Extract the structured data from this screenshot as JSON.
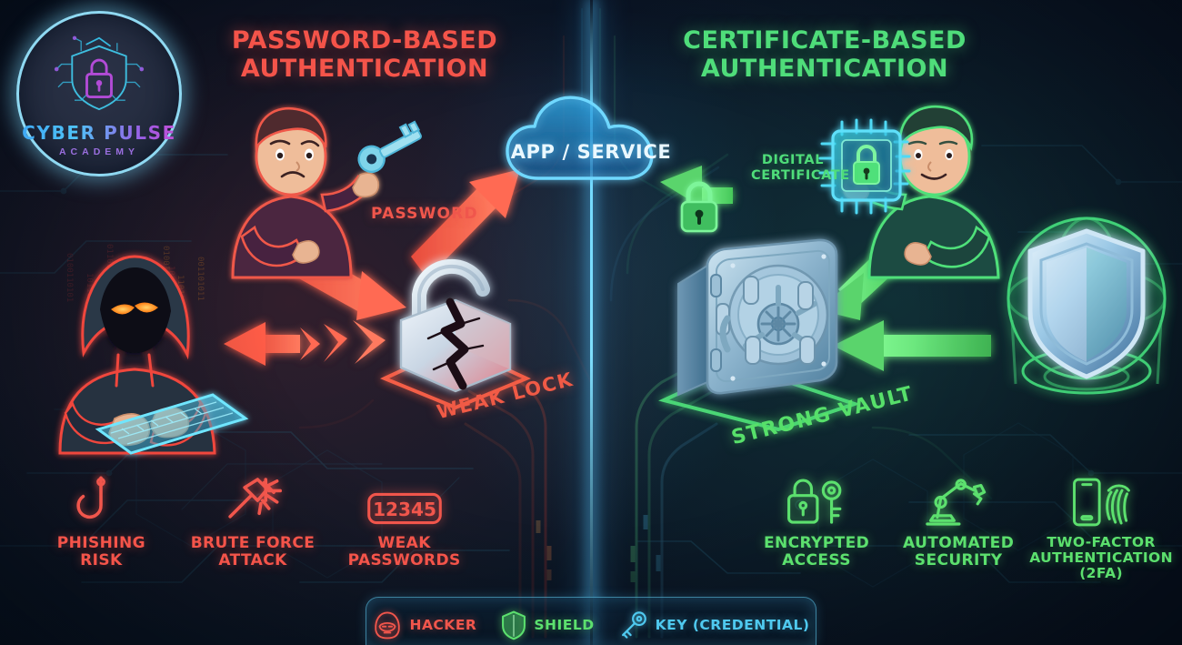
{
  "logo": {
    "title": "CYBER PULSE",
    "subtitle": "ACADEMY",
    "mark_icon": "shield-lock-circuit-icon"
  },
  "headers": {
    "left": "PASSWORD-BASED\nAUTHENTICATION",
    "left_line1": "PASSWORD-BASED",
    "left_line2": "AUTHENTICATION",
    "right_line1": "CERTIFICATE-BASED",
    "right_line2": "AUTHENTICATION"
  },
  "center": {
    "cloud_label": "APP / SERVICE",
    "cloud_icon": "cloud-icon"
  },
  "left_side": {
    "person_icon": "worried-user-with-key-icon",
    "password_label": "PASSWORD",
    "lock_icon": "cracked-padlock-icon",
    "lock_label": "WEAK LOCK",
    "hacker_icon": "hooded-hacker-at-keyboard-icon",
    "features": [
      {
        "icon": "fish-hook-icon",
        "label_line1": "PHISHING",
        "label_line2": "RISK"
      },
      {
        "icon": "hammer-icon",
        "label_line1": "BRUTE FORCE",
        "label_line2": "ATTACK"
      },
      {
        "icon": "pin-12345-icon",
        "label_line1": "WEAK",
        "label_line2": "PASSWORDS",
        "pin_value": "12345"
      }
    ]
  },
  "right_side": {
    "person_icon": "confident-user-with-certificate-chip-icon",
    "chip_icon": "chip-lock-icon",
    "small_lock_icon": "padlock-icon",
    "certificate_label_line1": "DIGITAL",
    "certificate_label_line2": "CERTIFICATE",
    "vault_icon": "bank-vault-door-icon",
    "vault_label": "STRONG VAULT",
    "shield_icon": "glowing-shield-icon",
    "features": [
      {
        "icon": "padlock-key-icon",
        "label_line1": "ENCRYPTED",
        "label_line2": "ACCESS"
      },
      {
        "icon": "robot-arm-icon",
        "label_line1": "AUTOMATED",
        "label_line2": "SECURITY"
      },
      {
        "icon": "phone-fingerprint-icon",
        "label_line1": "TWO-FACTOR",
        "label_line2": "AUTHENTICATION (2FA)"
      }
    ]
  },
  "legend": [
    {
      "icon": "hacker-hood-icon",
      "label": "HACKER"
    },
    {
      "icon": "shield-icon",
      "label": "SHIELD"
    },
    {
      "icon": "key-icon",
      "label": "KEY (CREDENTIAL)"
    }
  ],
  "colors": {
    "danger": "#f4544a",
    "safe": "#4fdd7a",
    "accent_cyan": "#6fd8ff",
    "background": "#0b1526",
    "logo_purple": "#9b5de5"
  }
}
